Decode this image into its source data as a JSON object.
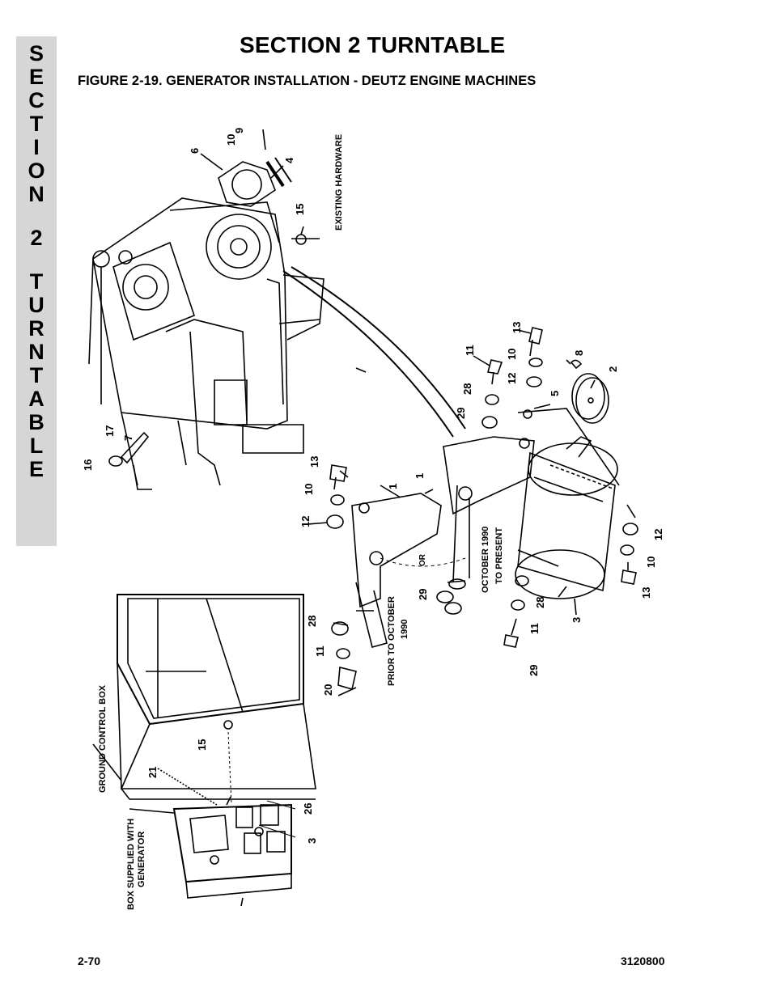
{
  "side_tab": {
    "letters": [
      "S",
      "E",
      "C",
      "T",
      "I",
      "O",
      "N",
      "",
      "2",
      "",
      "T",
      "U",
      "R",
      "N",
      "T",
      "A",
      "B",
      "L",
      "E"
    ]
  },
  "header": {
    "title": "SECTION 2  TURNTABLE"
  },
  "figure": {
    "title": "FIGURE 2-19.  GENERATOR INSTALLATION - DEUTZ ENGINE MACHINES",
    "labels": {
      "existing_hardware": "EXISTING HARDWARE",
      "ground_control_box": "GROUND CONTROL BOX",
      "box_supplied": "BOX SUPPLIED WITH",
      "generator": "GENERATOR",
      "prior_to_october": "PRIOR TO OCTOBER",
      "prior_year": "1990",
      "october_1990": "OCTOBER 1990",
      "to_present": "TO PRESENT",
      "or": "OR"
    },
    "callouts": [
      "9",
      "10",
      "6",
      "4",
      "15",
      "13",
      "11",
      "10",
      "8",
      "2",
      "12",
      "28",
      "5",
      "29",
      "1",
      "17",
      "7",
      "16",
      "13",
      "10",
      "1",
      "12",
      "12",
      "10",
      "13",
      "29",
      "28",
      "11",
      "3",
      "29",
      "28",
      "11",
      "20",
      "15",
      "21",
      "26",
      "3"
    ]
  },
  "footer": {
    "page": "2-70",
    "doc": "3120800"
  }
}
